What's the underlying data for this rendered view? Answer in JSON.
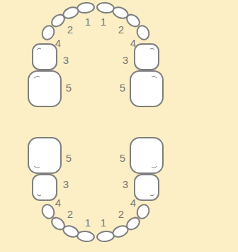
{
  "diagram": {
    "labels": [
      "2",
      "1",
      "1",
      "2",
      "4",
      "4",
      "3",
      "3",
      "5",
      "5",
      "5",
      "5",
      "3",
      "3",
      "4",
      "2",
      "1",
      "1",
      "2",
      "4"
    ]
  }
}
